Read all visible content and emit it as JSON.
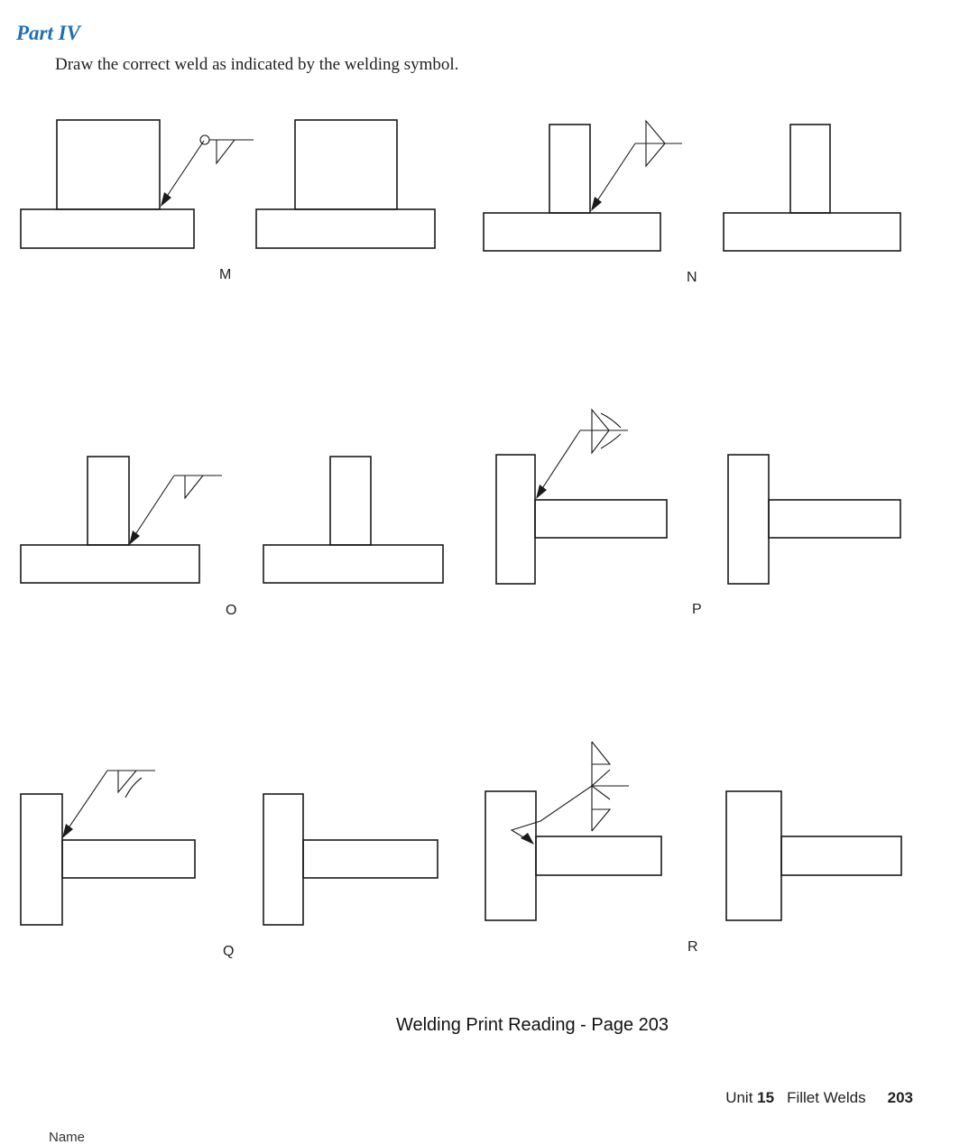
{
  "header": {
    "part_title": "Part IV",
    "instructions": "Draw the correct weld as indicated by the welding symbol."
  },
  "figures": {
    "labels": [
      "M",
      "N",
      "O",
      "P",
      "Q",
      "R"
    ]
  },
  "caption": "Welding Print Reading - Page 203",
  "footer": {
    "unit_word": "Unit",
    "unit_number": "15",
    "unit_title": "Fillet Welds",
    "page_number": "203"
  },
  "name_line": "Name"
}
